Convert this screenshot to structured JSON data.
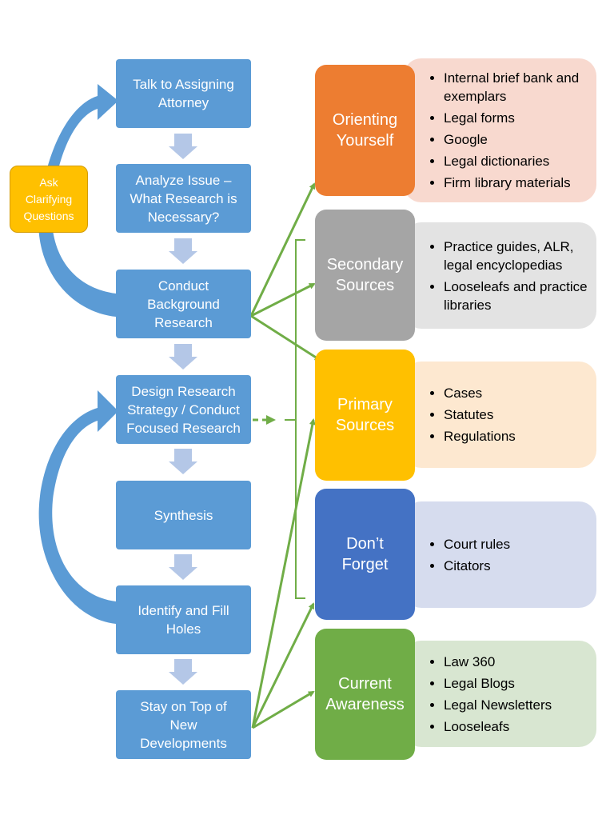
{
  "colors": {
    "step_fill": "#5b9bd5",
    "down_arrow": "#b4c7e7",
    "curve_arrow": "#5b9bd5",
    "connector": "#70ad47",
    "ask_fill": "#ffc000"
  },
  "steps": [
    {
      "label": "Talk to Assigning\nAttorney"
    },
    {
      "label": "Analyze Issue –\nWhat Research is\nNecessary?"
    },
    {
      "label": "Conduct\nBackground\nResearch"
    },
    {
      "label": "Design Research\nStrategy / Conduct\nFocused Research"
    },
    {
      "label": "Synthesis"
    },
    {
      "label": "Identify and Fill\nHoles"
    },
    {
      "label": "Stay on Top of\nNew\nDevelopments"
    }
  ],
  "ask_box": {
    "label": "Ask\nClarifying\nQuestions"
  },
  "categories": [
    {
      "label": "Orienting\nYourself",
      "color": "#ed7d31",
      "panel_color": "#f8d9cf",
      "items": [
        "Internal brief bank and exemplars",
        "Legal forms",
        "Google",
        "Legal dictionaries",
        "Firm library materials"
      ]
    },
    {
      "label": "Secondary\nSources",
      "color": "#a5a5a5",
      "panel_color": "#e3e3e3",
      "items": [
        "Practice guides, ALR, legal encyclopedias",
        "Looseleafs and practice libraries"
      ]
    },
    {
      "label": "Primary\nSources",
      "color": "#ffc000",
      "panel_color": "#fde8d0",
      "items": [
        "Cases",
        "Statutes",
        "Regulations"
      ]
    },
    {
      "label": "Don’t\nForget",
      "color": "#4472c4",
      "panel_color": "#d6dcee",
      "items": [
        "Court rules",
        "Citators"
      ]
    },
    {
      "label": "Current\nAwareness",
      "color": "#70ad47",
      "panel_color": "#d8e6d1",
      "items": [
        "Law 360",
        "Legal Blogs",
        "Legal Newsletters",
        "Looseleafs"
      ]
    }
  ]
}
